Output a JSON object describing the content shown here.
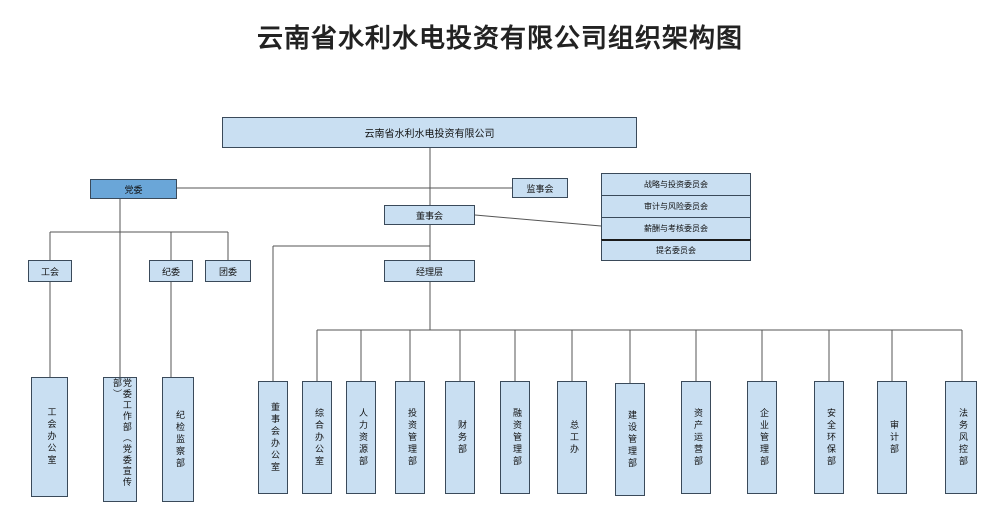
{
  "title": "云南省水利水电投资有限公司组织架构图",
  "company": "云南省水利水电投资有限公司",
  "party_committee": "党委",
  "supervisory_board": "监事会",
  "board": "董事会",
  "committees": [
    "战略与投资委员会",
    "审计与风险委员会",
    "薪酬与考核委员会",
    "提名委员会"
  ],
  "party_units": [
    "工会",
    "纪委",
    "团委"
  ],
  "management": "经理层",
  "party_departments": {
    "union_office": "工会办公室",
    "party_work_dept": "党委工作部（党委宣传部）",
    "discipline_dept": "纪检监察部"
  },
  "departments": [
    "董事会办公室",
    "综合办公室",
    "人力资源部",
    "投资管理部",
    "财务部",
    "融资管理部",
    "总工办",
    "建设管理部",
    "资产运营部",
    "企业管理部",
    "安全环保部",
    "审计部",
    "法务风控部"
  ]
}
